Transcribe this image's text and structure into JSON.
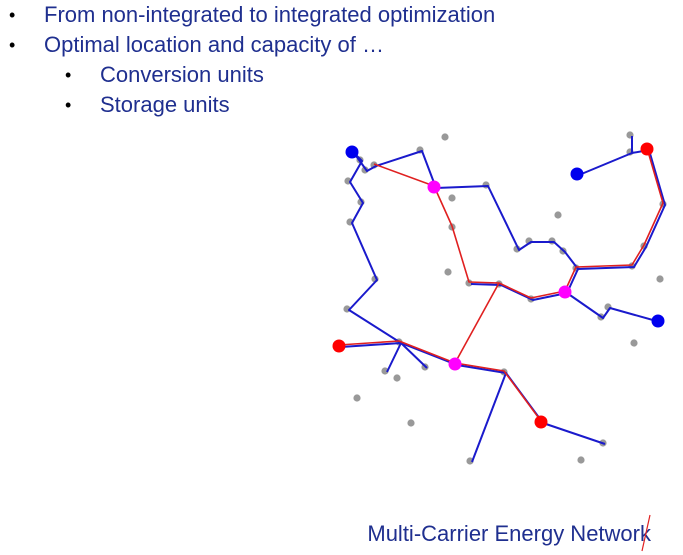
{
  "bullets": [
    {
      "level": 1,
      "text": "From non-integrated to integrated optimization"
    },
    {
      "level": 1,
      "text": "Optimal location and capacity of …"
    },
    {
      "level": 2,
      "text": "Conversion units"
    },
    {
      "level": 2,
      "text": "Storage units"
    }
  ],
  "caption": "Multi-Carrier Energy Network",
  "colors": {
    "text": "#1f2f8f",
    "blue_line": "#1a1acc",
    "red_line": "#e02020",
    "grey_node": "#999999",
    "blue_node": "#0000ee",
    "red_node": "#ff0000",
    "magenta_node": "#ff00ff"
  }
}
